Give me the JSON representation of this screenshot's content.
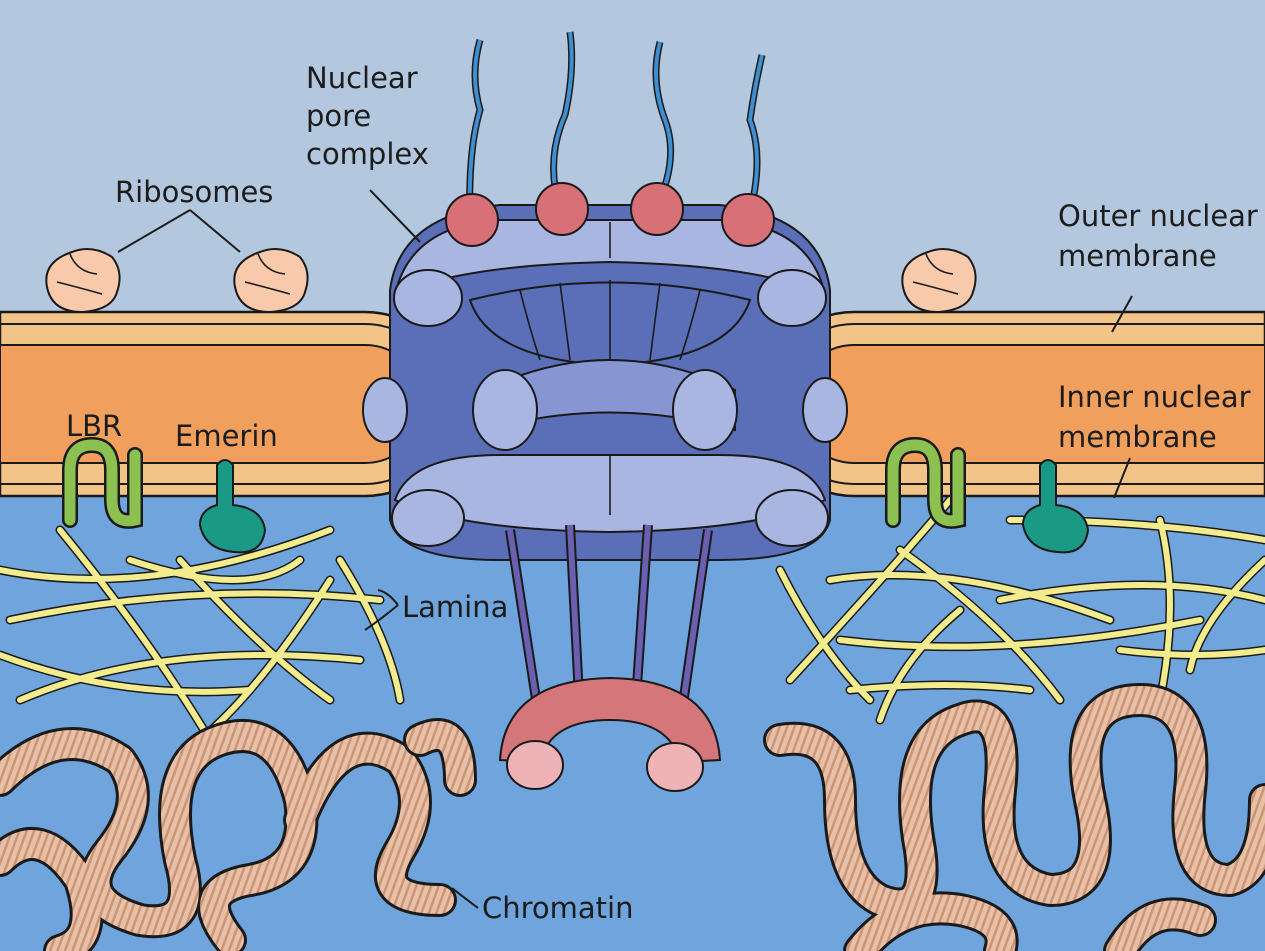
{
  "labels": {
    "nuclear_pore_complex": [
      "Nuclear",
      "pore",
      "complex"
    ],
    "ribosomes": "Ribosomes",
    "outer_nuclear_membrane": [
      "Outer nuclear",
      "membrane"
    ],
    "inner_nuclear_membrane": [
      "Inner nuclear",
      "membrane"
    ],
    "lbr": "LBR",
    "emerin": "Emerin",
    "lamina": "Lamina",
    "chromatin": "Chromatin"
  },
  "colors": {
    "cytoplasm": "#b3c7de",
    "nucleoplasm": "#6fa5dc",
    "membrane_lumen": "#f0a05c",
    "membrane_rim": "#f2c488",
    "membrane_line": "#1a1a1a",
    "pore_light": "#a9b6e2",
    "pore_mid": "#8796d3",
    "pore_dark": "#5a6fb8",
    "pore_spoke": "#6b5fb0",
    "pore_basket": "#d5767b",
    "pore_basket_end": "#eeb3b6",
    "fibril": "#3f8fd0",
    "fibril_knob": "#d87078",
    "ribosome": "#f8c9aa",
    "lbr": "#8cc152",
    "emerin": "#1a9985",
    "lamina": "#f3ec8f",
    "chromatin": "#e8c0a8",
    "chromatin_stripe": "#b0704c"
  }
}
